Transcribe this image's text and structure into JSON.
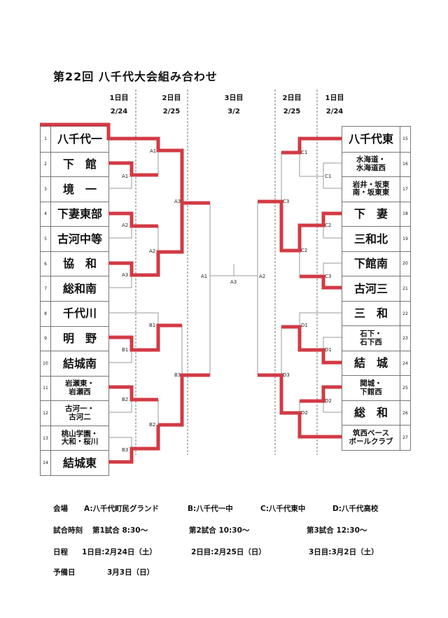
{
  "title": "第22回  八千代大会組み合わせ",
  "columns": {
    "left_day1": {
      "day": "1日目",
      "date": "2/24"
    },
    "left_day2": {
      "day": "2日目",
      "date": "2/25"
    },
    "final": {
      "day": "3日目",
      "date": "3/2"
    },
    "right_day2": {
      "day": "2日目",
      "date": "2/25"
    },
    "right_day1": {
      "day": "1日目",
      "date": "2/24"
    }
  },
  "left_teams": [
    {
      "num": "1",
      "name": "八千代一"
    },
    {
      "num": "2",
      "name": "下　館"
    },
    {
      "num": "3",
      "name": "境　一"
    },
    {
      "num": "4",
      "name": "下妻東部"
    },
    {
      "num": "5",
      "name": "古河中等"
    },
    {
      "num": "6",
      "name": "協　和"
    },
    {
      "num": "7",
      "name": "総和南"
    },
    {
      "num": "8",
      "name": "千代川"
    },
    {
      "num": "9",
      "name": "明　野"
    },
    {
      "num": "10",
      "name": "結城南"
    },
    {
      "num": "11",
      "name": "岩瀬東・\n岩瀬西"
    },
    {
      "num": "12",
      "name": "古河一・\n古河二"
    },
    {
      "num": "13",
      "name": "桃山学園・\n大和・桜川"
    },
    {
      "num": "14",
      "name": "結城東"
    }
  ],
  "right_teams": [
    {
      "num": "15",
      "name": "八千代東"
    },
    {
      "num": "16",
      "name": "水海道・\n水海道西"
    },
    {
      "num": "17",
      "name": "岩井・坂東\n南・坂東東"
    },
    {
      "num": "18",
      "name": "下　妻"
    },
    {
      "num": "19",
      "name": "三和北"
    },
    {
      "num": "20",
      "name": "下館南"
    },
    {
      "num": "21",
      "name": "古河三"
    },
    {
      "num": "22",
      "name": "三　和"
    },
    {
      "num": "23",
      "name": "石下・\n石下西"
    },
    {
      "num": "24",
      "name": "結　城"
    },
    {
      "num": "25",
      "name": "関城・\n下館西"
    },
    {
      "num": "26",
      "name": "総　和"
    },
    {
      "num": "27",
      "name": "筑西ベース\nボールクラブ"
    }
  ],
  "match_labels": {
    "l1": "A1",
    "l2": "A1",
    "l3": "A2",
    "l4": "A3",
    "l5": "A2",
    "l6": "A3",
    "l7": "B1",
    "l8": "B1",
    "l9": "B2",
    "l10": "B3",
    "l11": "B2",
    "l12": "B3",
    "final_left": "A1",
    "final_mid": "A3",
    "final_right": "A2",
    "r1": "C1",
    "r2": "C1",
    "r3": "C3",
    "r4": "C2",
    "r5": "C2",
    "r6": "C3",
    "r7": "D1",
    "r8": "D1",
    "r9": "D3",
    "r10": "D2",
    "r11": "D2"
  },
  "footer": {
    "venue_label": "会場",
    "venue_a": "A:八千代町民グランド",
    "venue_b": "B:八千代一中",
    "venue_c": "C:八千代東中",
    "venue_d": "D:八千代高校",
    "time_label": "試合時刻",
    "time_1": "第1試合  8:30〜",
    "time_2": "第2試合  10:30〜",
    "time_3": "第3試合  12:30〜",
    "schedule_label": "日程",
    "schedule_1": "1日目:2月24日（土）",
    "schedule_2": "2日目:2月25日（日）",
    "schedule_3": "3日目:3月2日（土）",
    "reserve_label": "予備日",
    "reserve_date": "3月3日（日）"
  },
  "colors": {
    "winner_line": "#d23a44",
    "line": "#9a9a9a"
  }
}
